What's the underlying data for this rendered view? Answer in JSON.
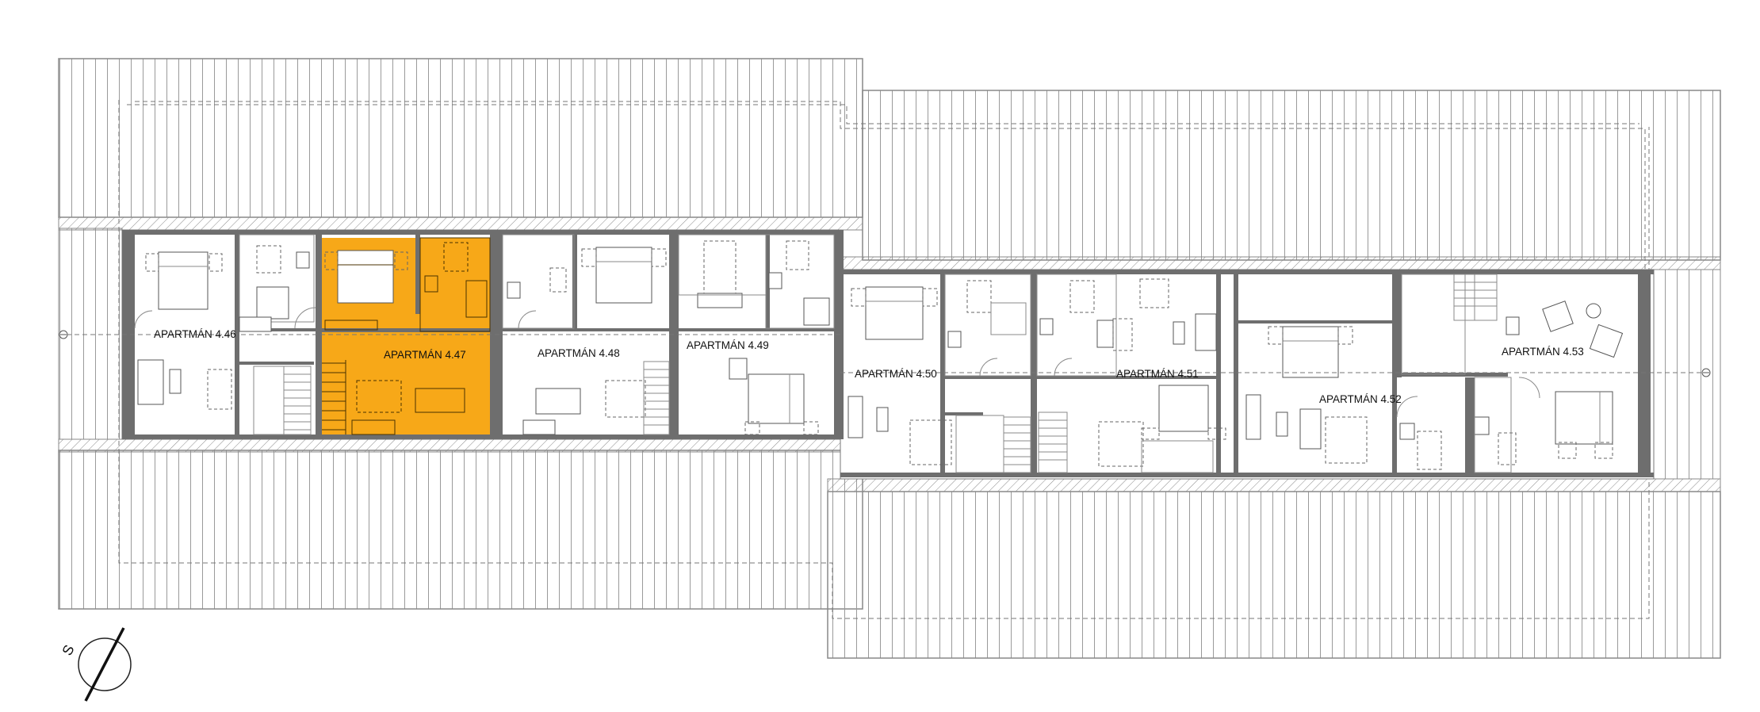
{
  "colors": {
    "highlight": "#F7A818",
    "wall": "#6E6E6E",
    "line": "#8A8A8A",
    "background": "#FFFFFF"
  },
  "apartments": [
    {
      "id": "a46",
      "label": "APARTMÁN 4.46",
      "highlighted": false
    },
    {
      "id": "a47",
      "label": "APARTMÁN 4.47",
      "highlighted": true
    },
    {
      "id": "a48",
      "label": "APARTMÁN 4.48",
      "highlighted": false
    },
    {
      "id": "a49",
      "label": "APARTMÁN 4.49",
      "highlighted": false
    },
    {
      "id": "a50",
      "label": "APARTMÁN 4.50",
      "highlighted": false
    },
    {
      "id": "a51",
      "label": "APARTMÁN 4.51",
      "highlighted": false
    },
    {
      "id": "a52",
      "label": "APARTMÁN 4.52",
      "highlighted": false
    },
    {
      "id": "a53",
      "label": "APARTMÁN 4.53",
      "highlighted": false
    }
  ],
  "north_arrow": {
    "letter": "S"
  },
  "icons": {
    "north_arrow": "compass-icon",
    "section_marker": "section-marker-icon"
  }
}
